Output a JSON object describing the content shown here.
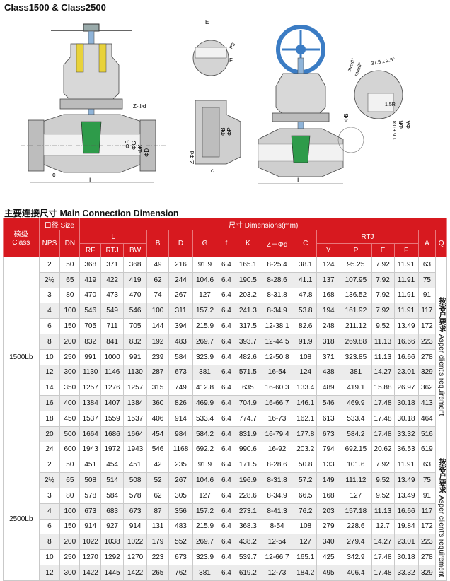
{
  "title": "Class1500 & Class2500",
  "drawing_labels": {
    "e": "E",
    "f": "F",
    "r8": "R8",
    "zd1": "Z-Φd",
    "b1": "ΦB",
    "g1": "ΦG",
    "k1": "ΦK",
    "d1": "ΦD",
    "c1": "c",
    "l1": "L",
    "b2": "ΦB",
    "p2": "ΦP",
    "zd2": "Z-Φd",
    "c2": "c",
    "a_right": "ΦA",
    "b_right": "ΦB",
    "l_right": "L",
    "dim_16": "1.6 ± 0.8",
    "dim_max6": "max6°",
    "dim_max6b": "max6°",
    "dim_angle": "37.5 ± 2.5°",
    "dim_15r": "1.5R"
  },
  "section_title": "主要连接尺寸 Main Connection Dimension",
  "header": {
    "class_zh": "磅级",
    "class_en": "Class",
    "size": "口径 Size",
    "dims": "尺寸 Dimensions(mm)",
    "nps": "NPS",
    "dn": "DN",
    "l": "L",
    "rf": "RF",
    "rtj": "RTJ",
    "bw": "BW",
    "b": "B",
    "d": "D",
    "g": "G",
    "f": "f",
    "k": "K",
    "zd": "Z－Φd",
    "c": "C",
    "rtj_group": "RTJ",
    "y": "Y",
    "p": "P",
    "e": "E",
    "f2": "F",
    "a": "A",
    "q": "Q"
  },
  "class1500": {
    "label": "1500Lb",
    "q_zh": "按客户要求",
    "q_en": "Asper client's requirement",
    "rows": [
      [
        "2",
        "50",
        "368",
        "371",
        "368",
        "49",
        "216",
        "91.9",
        "6.4",
        "165.1",
        "8-25.4",
        "38.1",
        "124",
        "95.25",
        "7.92",
        "11.91",
        "63"
      ],
      [
        "2½",
        "65",
        "419",
        "422",
        "419",
        "62",
        "244",
        "104.6",
        "6.4",
        "190.5",
        "8-28.6",
        "41.1",
        "137",
        "107.95",
        "7.92",
        "11.91",
        "75"
      ],
      [
        "3",
        "80",
        "470",
        "473",
        "470",
        "74",
        "267",
        "127",
        "6.4",
        "203.2",
        "8-31.8",
        "47.8",
        "168",
        "136.52",
        "7.92",
        "11.91",
        "91"
      ],
      [
        "4",
        "100",
        "546",
        "549",
        "546",
        "100",
        "311",
        "157.2",
        "6.4",
        "241.3",
        "8-34.9",
        "53.8",
        "194",
        "161.92",
        "7.92",
        "11.91",
        "117"
      ],
      [
        "6",
        "150",
        "705",
        "711",
        "705",
        "144",
        "394",
        "215.9",
        "6.4",
        "317.5",
        "12-38.1",
        "82.6",
        "248",
        "211.12",
        "9.52",
        "13.49",
        "172"
      ],
      [
        "8",
        "200",
        "832",
        "841",
        "832",
        "192",
        "483",
        "269.7",
        "6.4",
        "393.7",
        "12-44.5",
        "91.9",
        "318",
        "269.88",
        "11.13",
        "16.66",
        "223"
      ],
      [
        "10",
        "250",
        "991",
        "1000",
        "991",
        "239",
        "584",
        "323.9",
        "6.4",
        "482.6",
        "12-50.8",
        "108",
        "371",
        "323.85",
        "11.13",
        "16.66",
        "278"
      ],
      [
        "12",
        "300",
        "1130",
        "1146",
        "1130",
        "287",
        "673",
        "381",
        "6.4",
        "571.5",
        "16-54",
        "124",
        "438",
        "381",
        "14.27",
        "23.01",
        "329"
      ],
      [
        "14",
        "350",
        "1257",
        "1276",
        "1257",
        "315",
        "749",
        "412.8",
        "6.4",
        "635",
        "16-60.3",
        "133.4",
        "489",
        "419.1",
        "15.88",
        "26.97",
        "362"
      ],
      [
        "16",
        "400",
        "1384",
        "1407",
        "1384",
        "360",
        "826",
        "469.9",
        "6.4",
        "704.9",
        "16-66.7",
        "146.1",
        "546",
        "469.9",
        "17.48",
        "30.18",
        "413"
      ],
      [
        "18",
        "450",
        "1537",
        "1559",
        "1537",
        "406",
        "914",
        "533.4",
        "6.4",
        "774.7",
        "16-73",
        "162.1",
        "613",
        "533.4",
        "17.48",
        "30.18",
        "464"
      ],
      [
        "20",
        "500",
        "1664",
        "1686",
        "1664",
        "454",
        "984",
        "584.2",
        "6.4",
        "831.9",
        "16-79.4",
        "177.8",
        "673",
        "584.2",
        "17.48",
        "33.32",
        "516"
      ],
      [
        "24",
        "600",
        "1943",
        "1972",
        "1943",
        "546",
        "1168",
        "692.2",
        "6.4",
        "990.6",
        "16-92",
        "203.2",
        "794",
        "692.15",
        "20.62",
        "36.53",
        "619"
      ]
    ]
  },
  "class2500": {
    "label": "2500Lb",
    "q_zh": "按客户要求",
    "q_en": "Asper client's requirement",
    "rows": [
      [
        "2",
        "50",
        "451",
        "454",
        "451",
        "42",
        "235",
        "91.9",
        "6.4",
        "171.5",
        "8-28.6",
        "50.8",
        "133",
        "101.6",
        "7.92",
        "11.91",
        "63"
      ],
      [
        "2½",
        "65",
        "508",
        "514",
        "508",
        "52",
        "267",
        "104.6",
        "6.4",
        "196.9",
        "8-31.8",
        "57.2",
        "149",
        "111.12",
        "9.52",
        "13.49",
        "75"
      ],
      [
        "3",
        "80",
        "578",
        "584",
        "578",
        "62",
        "305",
        "127",
        "6.4",
        "228.6",
        "8-34.9",
        "66.5",
        "168",
        "127",
        "9.52",
        "13.49",
        "91"
      ],
      [
        "4",
        "100",
        "673",
        "683",
        "673",
        "87",
        "356",
        "157.2",
        "6.4",
        "273.1",
        "8-41.3",
        "76.2",
        "203",
        "157.18",
        "11.13",
        "16.66",
        "117"
      ],
      [
        "6",
        "150",
        "914",
        "927",
        "914",
        "131",
        "483",
        "215.9",
        "6.4",
        "368.3",
        "8-54",
        "108",
        "279",
        "228.6",
        "12.7",
        "19.84",
        "172"
      ],
      [
        "8",
        "200",
        "1022",
        "1038",
        "1022",
        "179",
        "552",
        "269.7",
        "6.4",
        "438.2",
        "12-54",
        "127",
        "340",
        "279.4",
        "14.27",
        "23.01",
        "223"
      ],
      [
        "10",
        "250",
        "1270",
        "1292",
        "1270",
        "223",
        "673",
        "323.9",
        "6.4",
        "539.7",
        "12-66.7",
        "165.1",
        "425",
        "342.9",
        "17.48",
        "30.18",
        "278"
      ],
      [
        "12",
        "300",
        "1422",
        "1445",
        "1422",
        "265",
        "762",
        "381",
        "6.4",
        "619.2",
        "12-73",
        "184.2",
        "495",
        "406.4",
        "17.48",
        "33.32",
        "329"
      ]
    ]
  }
}
